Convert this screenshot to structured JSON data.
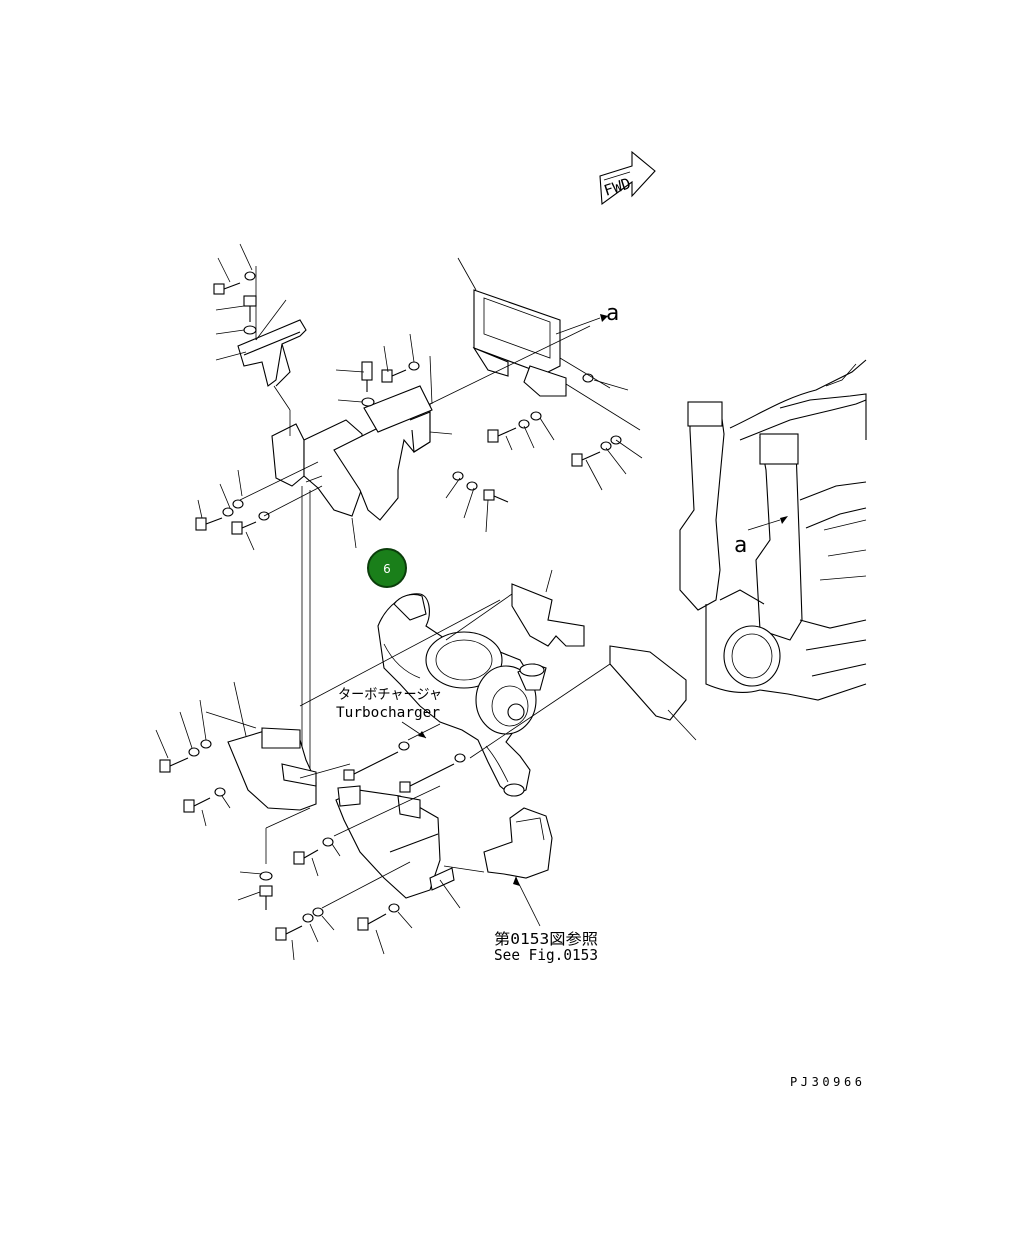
{
  "direction_arrow": {
    "label": "FWD"
  },
  "ref_labels": {
    "a_top": "a",
    "a_right": "a"
  },
  "turbocharger": {
    "label_jp": "ターボチャージャ",
    "label_en": "Turbocharger"
  },
  "see_figure": {
    "label_jp": "第0153図参照",
    "label_en": "See Fig.0153"
  },
  "hotspot": {
    "number": "6",
    "color": "#1a7f1a"
  },
  "drawing_code": "PJ30966"
}
